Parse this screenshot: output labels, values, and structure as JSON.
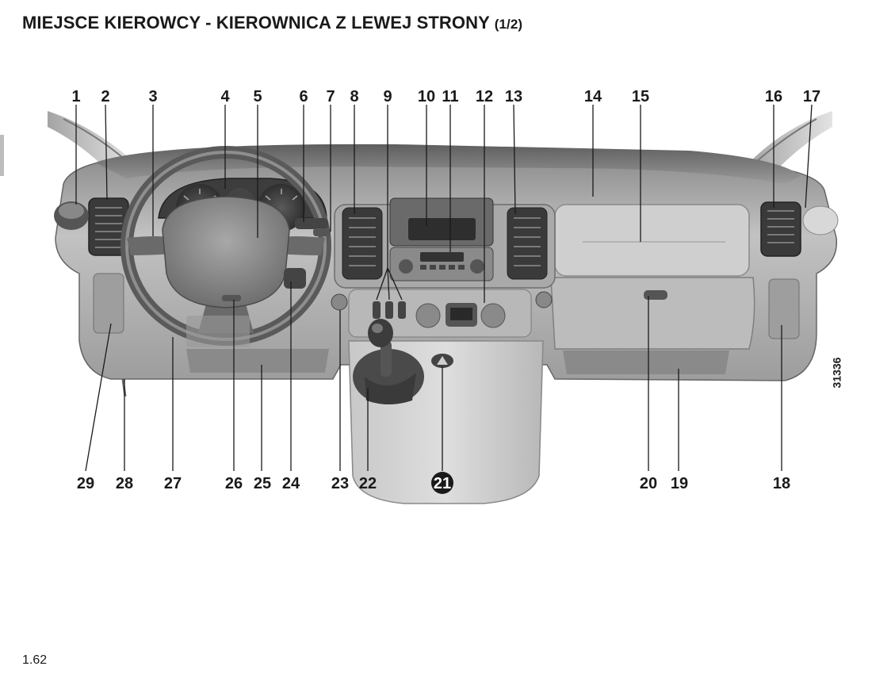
{
  "header": {
    "title": "MIEJSCE KIEROWCY - KIEROWNICA Z LEWEJ STRONY",
    "title_part": "(1/2)"
  },
  "diagram": {
    "callouts_top": [
      "1",
      "2",
      "3",
      "4",
      "5",
      "6",
      "7",
      "8",
      "9",
      "10",
      "11",
      "12",
      "13",
      "14",
      "15",
      "16",
      "17"
    ],
    "callouts_bottom": [
      "29",
      "28",
      "27",
      "26",
      "25",
      "24",
      "23",
      "22",
      "21",
      "20",
      "19",
      "18"
    ],
    "reference_number": "31336"
  },
  "footer": {
    "page_number": "1.62"
  }
}
